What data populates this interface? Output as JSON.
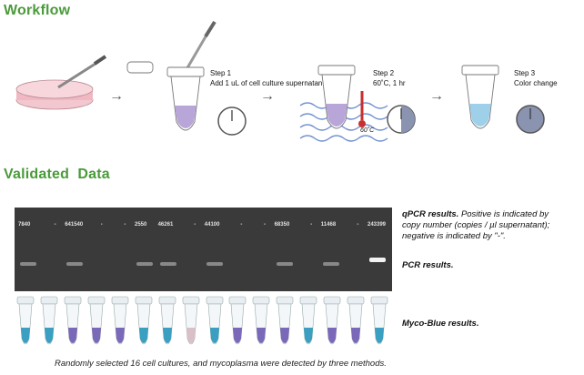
{
  "workflow": {
    "title": "Workflow",
    "steps": [
      {
        "label": "Step 1",
        "detail": "Add 1 uL of cell culture supernatant"
      },
      {
        "label": "Step 2",
        "detail": "60˚C, 1 hr",
        "thermo_label": "60˚C"
      },
      {
        "label": "Step 3",
        "detail": "Color change"
      }
    ]
  },
  "validated": {
    "title": "Validated  Data",
    "gel_lanes": [
      "7840",
      "-",
      "641540",
      "-",
      "-",
      "2550",
      "46261",
      "-",
      "44100",
      "-",
      "-",
      "68350",
      "-",
      "11468",
      "-",
      "243399"
    ],
    "qpcr_label": "qPCR results.",
    "qpcr_text_1": "Positive is indicated by",
    "qpcr_text_2": "copy number (copies / µl supernatant);",
    "qpcr_text_3": "negative is indicated by \"-\".",
    "pcr_label": "PCR results.",
    "myco_label": "Myco-Blue results.",
    "tube_colors": [
      "blue",
      "blue",
      "purple",
      "purple",
      "purple",
      "blue",
      "blue",
      "pink",
      "blue",
      "purple",
      "purple",
      "purple",
      "blue",
      "purple",
      "purple",
      "blue"
    ],
    "caption": "Randomly selected 16 cell cultures, and mycoplasma were detected by three methods."
  },
  "colors": {
    "title_green": "#4a9a3a",
    "tube_purple": "#b9a6d8",
    "tube_blue": "#9fd0ea",
    "myco_blue": "#3a9fc0",
    "myco_purple": "#7a68b8",
    "myco_pink": "#d9c0c8"
  }
}
